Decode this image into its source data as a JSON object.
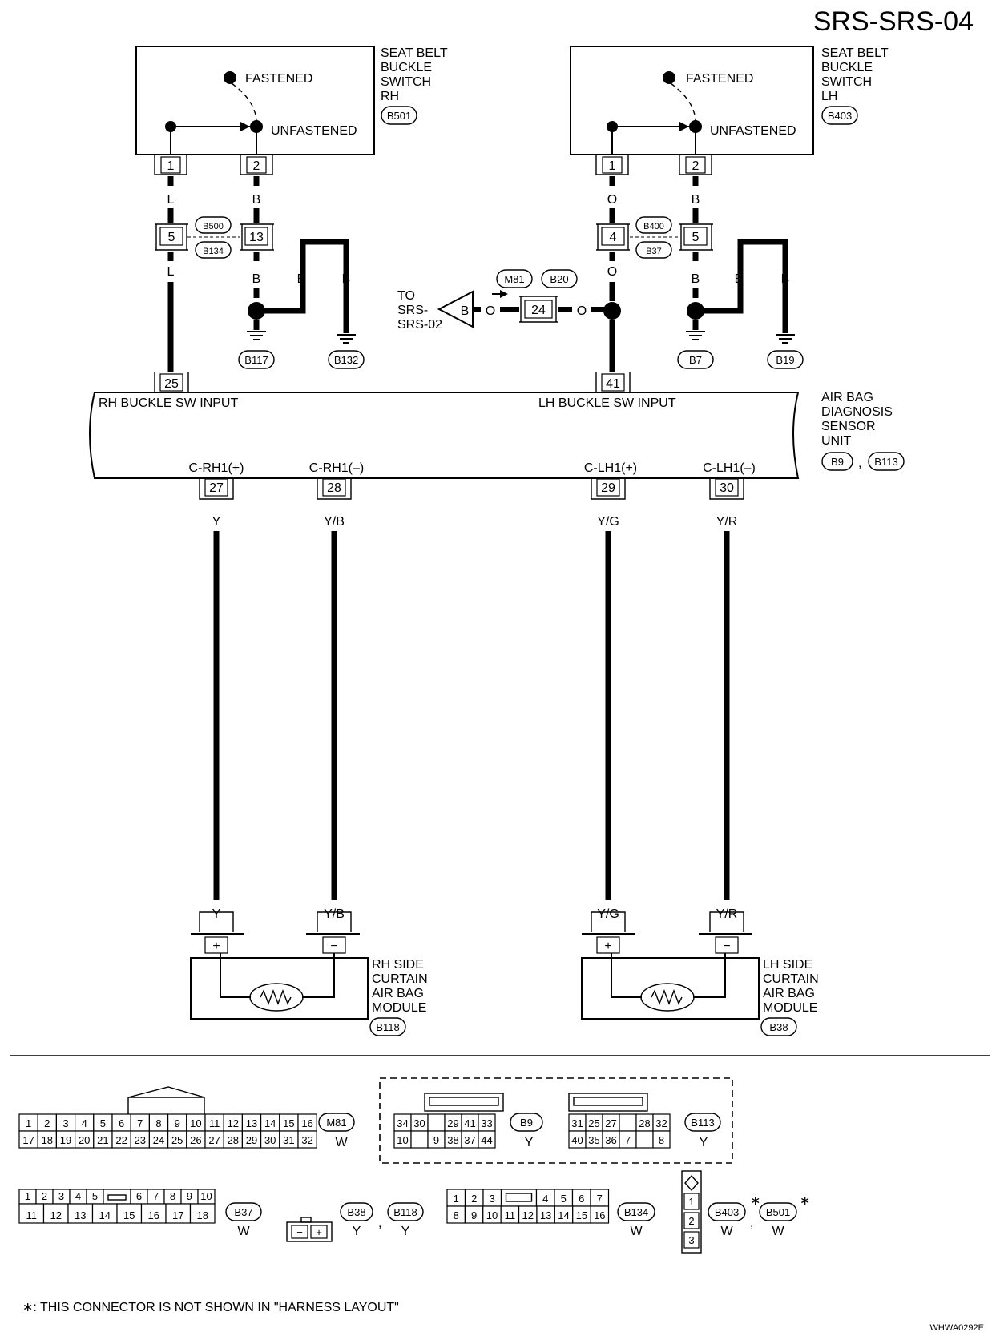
{
  "page": {
    "code": "SRS-SRS-04",
    "footnote": "∗: THIS CONNECTOR IS NOT SHOWN IN \"HARNESS LAYOUT\"",
    "image_id": "WHWA0292E"
  },
  "switch_rh": {
    "label": [
      "SEAT BELT",
      "BUCKLE",
      "SWITCH",
      "RH"
    ],
    "connector": "B501",
    "fastened": "FASTENED",
    "unfastened": "UNFASTENED",
    "pins": [
      "1",
      "2"
    ],
    "wire_colors": [
      "L",
      "B"
    ],
    "joint_pins": [
      "5",
      "13"
    ],
    "joint_connectors": [
      "B500",
      "B134"
    ],
    "lower_colors": [
      "L",
      "B"
    ],
    "ground_wire_color": "B",
    "grounds": [
      "B117",
      "B132"
    ]
  },
  "switch_lh": {
    "label": [
      "SEAT BELT",
      "BUCKLE",
      "SWITCH",
      "LH"
    ],
    "connector": "B403",
    "fastened": "FASTENED",
    "unfastened": "UNFASTENED",
    "pins": [
      "1",
      "2"
    ],
    "wire_colors": [
      "O",
      "B"
    ],
    "joint_pins": [
      "4",
      "5"
    ],
    "joint_connectors": [
      "B400",
      "B37"
    ],
    "lower_colors": [
      "O",
      "B"
    ],
    "ground_wire_color": "B",
    "grounds": [
      "B7",
      "B19"
    ]
  },
  "branch": {
    "to_label": [
      "TO",
      "SRS-",
      "SRS-02"
    ],
    "connectors": [
      "M81",
      "B20"
    ],
    "pin": "24",
    "color_b": "B",
    "color_o": "O"
  },
  "sensor_unit": {
    "label": [
      "AIR BAG",
      "DIAGNOSIS",
      "SENSOR",
      "UNIT"
    ],
    "connectors": [
      "B9",
      "B113"
    ],
    "input_rh": "RH BUCKLE SW INPUT",
    "input_lh": "LH BUCKLE SW INPUT",
    "input_pins": [
      "25",
      "41"
    ],
    "outputs": [
      {
        "name": "C-RH1(+)",
        "pin": "27",
        "color": "Y"
      },
      {
        "name": "C-RH1(–)",
        "pin": "28",
        "color": "Y/B"
      },
      {
        "name": "C-LH1(+)",
        "pin": "29",
        "color": "Y/G"
      },
      {
        "name": "C-LH1(–)",
        "pin": "30",
        "color": "Y/R"
      }
    ]
  },
  "curtain_rh": {
    "label": [
      "RH SIDE",
      "CURTAIN",
      "AIR BAG",
      "MODULE"
    ],
    "connector": "B118",
    "plus": "+",
    "minus": "−"
  },
  "curtain_lh": {
    "label": [
      "LH SIDE",
      "CURTAIN",
      "AIR BAG",
      "MODULE"
    ],
    "connector": "B38",
    "plus": "+",
    "minus": "−"
  },
  "connector_views": {
    "m81": {
      "id": "M81",
      "color": "W",
      "row1": [
        "1",
        "2",
        "3",
        "4",
        "5",
        "6",
        "7",
        "8",
        "9",
        "10",
        "11",
        "12",
        "13",
        "14",
        "15",
        "16"
      ],
      "row2": [
        "17",
        "18",
        "19",
        "20",
        "21",
        "22",
        "23",
        "24",
        "25",
        "26",
        "27",
        "28",
        "29",
        "30",
        "31",
        "32"
      ]
    },
    "b9": {
      "id": "B9",
      "color": "Y",
      "row1": [
        "34",
        "30",
        "",
        "29",
        "41",
        "33"
      ],
      "row2": [
        "10",
        "",
        "9",
        "38",
        "37",
        "44"
      ]
    },
    "b113": {
      "id": "B113",
      "color": "Y",
      "row1": [
        "31",
        "25",
        "27",
        "",
        "28",
        "32"
      ],
      "row2": [
        "40",
        "35",
        "36",
        "7",
        "",
        "8"
      ]
    },
    "b37": {
      "id": "B37",
      "color": "W",
      "row1": [
        "1",
        "2",
        "3",
        "4",
        "5",
        "",
        "6",
        "7",
        "8",
        "9",
        "10"
      ],
      "row2": [
        "11",
        "12",
        "13",
        "14",
        "15",
        "16",
        "17",
        "18"
      ]
    },
    "b38_b118": {
      "ids": [
        "B38",
        "B118"
      ],
      "colors": [
        "Y",
        "Y"
      ],
      "pins": [
        "−",
        "+"
      ]
    },
    "b134": {
      "id": "B134",
      "color": "W",
      "row1": [
        "1",
        "2",
        "3",
        "",
        "4",
        "5",
        "6",
        "7"
      ],
      "row2": [
        "8",
        "9",
        "10",
        "11",
        "12",
        "13",
        "14",
        "15",
        "16"
      ]
    },
    "b403_b501": {
      "ids": [
        "B403",
        "B501"
      ],
      "colors": [
        "W",
        "W"
      ],
      "pins": [
        "1",
        "2",
        "3"
      ],
      "star": "∗"
    }
  }
}
